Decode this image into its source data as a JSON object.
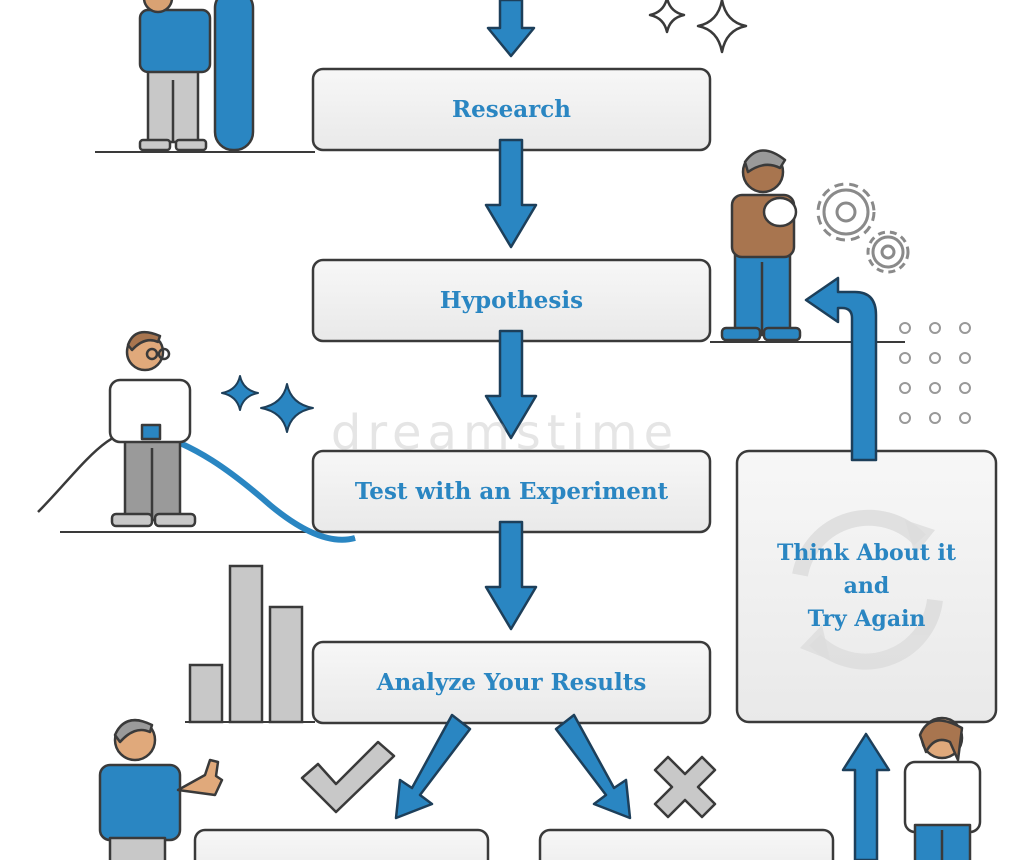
{
  "steps": {
    "research": "Research",
    "hypothesis": "Hypothesis",
    "experiment": "Test with an Experiment",
    "analyze": "Analyze Your Results",
    "retry_line1": "Think About it",
    "retry_line2": "and",
    "retry_line3": "Try Again"
  },
  "watermark": "dreamstime",
  "colors": {
    "accent_blue": "#2a86c2",
    "outline": "#3a3a3a",
    "box_fill": "#efefef",
    "neutral_gray": "#cfcfcf"
  },
  "icons": [
    "check-mark-icon",
    "cross-mark-icon",
    "gears-icon",
    "sparkle-icon",
    "cycle-arrows-icon",
    "dot-grid-icon"
  ]
}
